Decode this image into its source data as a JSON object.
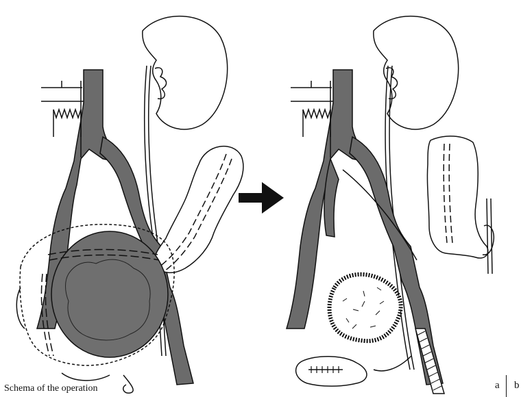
{
  "caption": "Schema of the operation",
  "panels": [
    {
      "label": "a"
    },
    {
      "label": "b"
    }
  ],
  "colors": {
    "vessel_fill": "#6b6b6b",
    "tumor_fill": "#6f6f6f",
    "outline": "#111111",
    "background": "#ffffff"
  },
  "icons": {
    "transition_arrow": "right-arrow-icon"
  }
}
